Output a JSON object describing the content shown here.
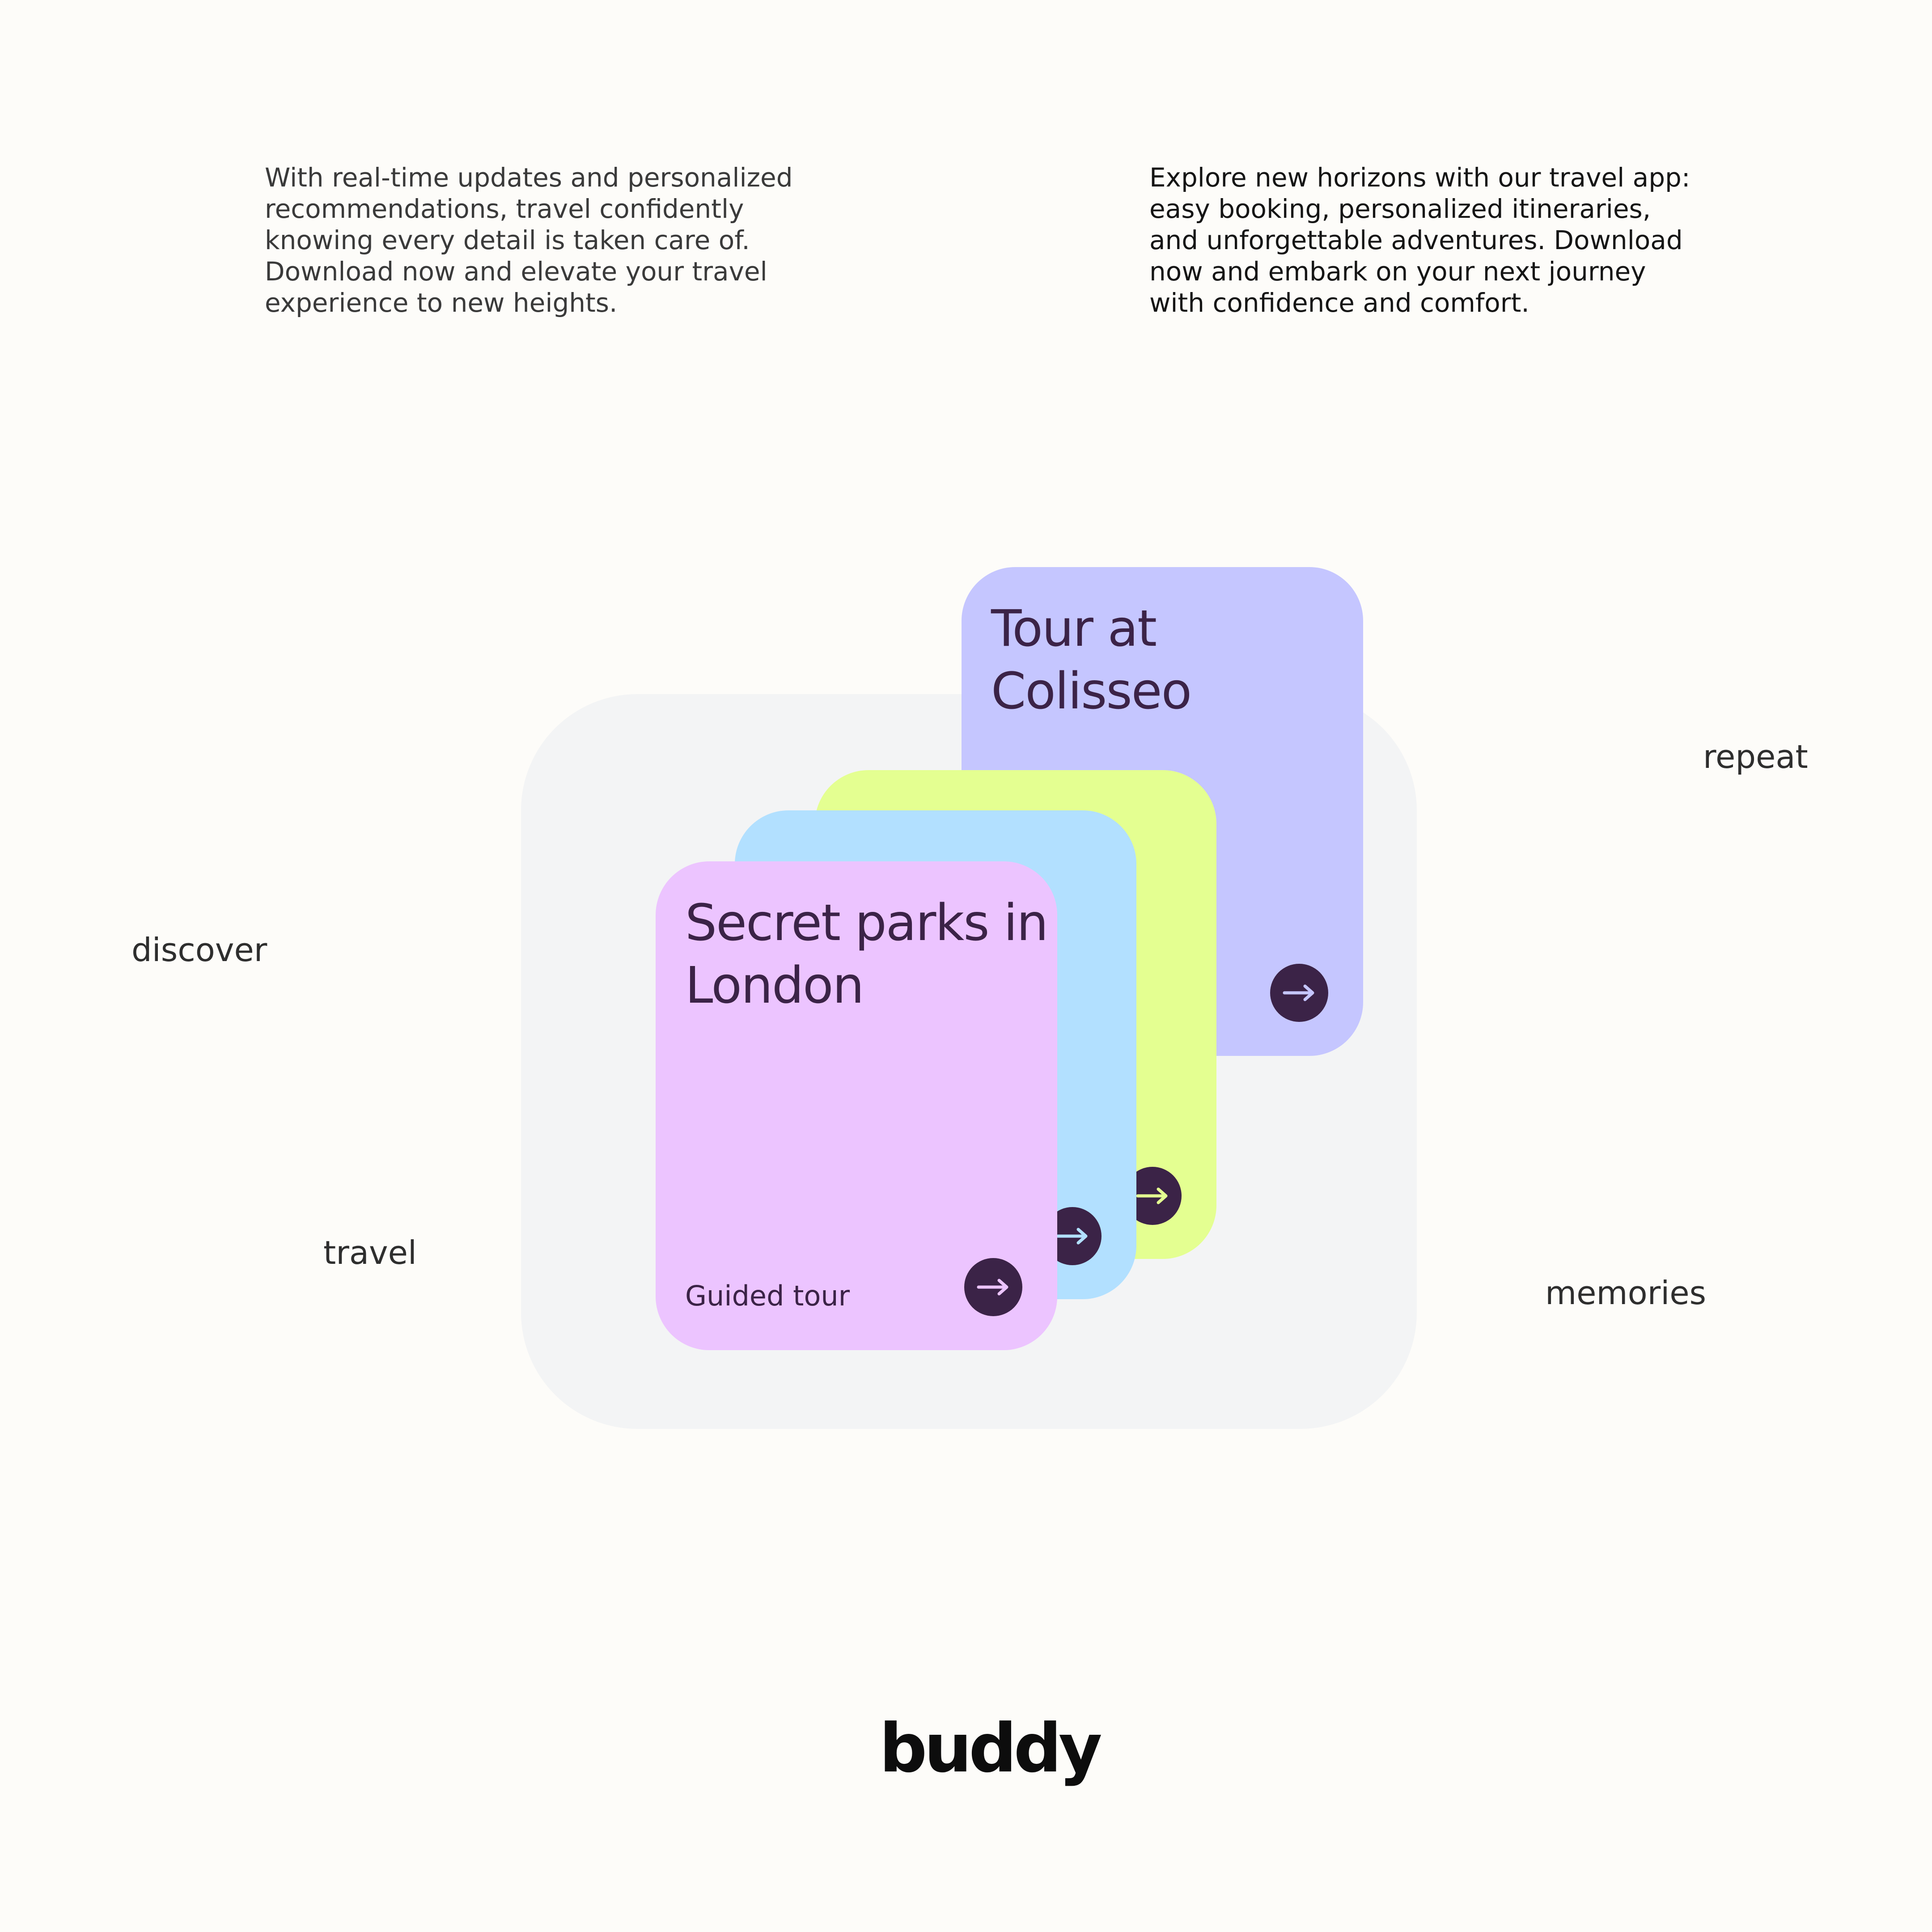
{
  "paragraphs": {
    "left": [
      "With real-time updates and personalized",
      "recommendations, travel confidently",
      "knowing every detail is taken care of.",
      "Download now and elevate your travel",
      "experience to new heights."
    ],
    "right": [
      "Explore new horizons with our travel app:",
      "easy booking, personalized itineraries,",
      "and unforgettable adventures. Download",
      "now and embark on your next journey",
      "with confidence and comfort."
    ]
  },
  "words": {
    "repeat": "repeat",
    "discover": "discover",
    "travel": "travel",
    "memories": "memories"
  },
  "cards": {
    "colisseo": {
      "title_lines": [
        "Tour at",
        "Colisseo"
      ],
      "color": "#c5c6ff",
      "arrow_icon": "arrow-right-icon",
      "arrow_color": "#c5c6ff"
    },
    "lime": {
      "color": "#e4ff91",
      "arrow_icon": "arrow-right-icon",
      "arrow_color": "#e4ff91"
    },
    "blue": {
      "color": "#b2e0ff",
      "arrow_icon": "arrow-right-icon",
      "arrow_color": "#b2e0ff"
    },
    "london": {
      "title_lines": [
        "Secret parks in",
        "London"
      ],
      "subtitle": "Guided tour",
      "color": "#ecc4ff",
      "arrow_icon": "arrow-right-icon",
      "arrow_color": "#ecc4ff"
    }
  },
  "colors": {
    "background": "#fdfcf9",
    "backdrop": "#f3f4f5",
    "ink": "#3b2347"
  },
  "logo": {
    "text": "buddy"
  }
}
